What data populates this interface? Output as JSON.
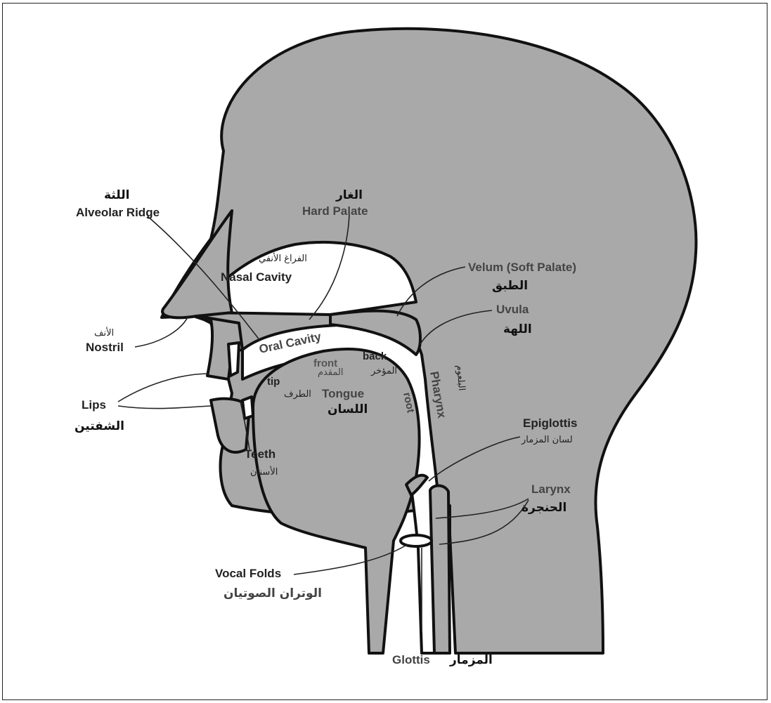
{
  "labels": {
    "alveolar_ridge_ar": "اللثة",
    "alveolar_ridge_en": "Alveolar Ridge",
    "hard_palate_ar": "الغار",
    "hard_palate_en": "Hard Palate",
    "nasal_cavity_ar": "الفراغ الأنفي",
    "nasal_cavity_en": "Nasal Cavity",
    "velum_en": "Velum (Soft Palate)",
    "velum_ar": "الطبق",
    "uvula_en": "Uvula",
    "uvula_ar": "اللهة",
    "nostril_ar": "الأنف",
    "nostril_en": "Nostril",
    "oral_cavity_en": "Oral Cavity",
    "front_en": "front",
    "front_ar": "المقدم",
    "back_en": "back",
    "back_ar": "المؤخر",
    "tip_en": "tip",
    "tip_ar": "الطرف",
    "tongue_en": "Tongue",
    "tongue_ar": "اللسان",
    "root_en": "root",
    "pharynx_en": "Pharynx",
    "pharynx_ar": "البلعوم",
    "lips_en": "Lips",
    "lips_ar": "الشفتين",
    "teeth_en": "Teeth",
    "teeth_ar": "الأسنان",
    "epiglottis_en": "Epiglottis",
    "epiglottis_ar": "لسان المزمار",
    "larynx_en": "Larynx",
    "larynx_ar": "الحنجرة",
    "vocal_folds_en": "Vocal Folds",
    "vocal_folds_ar": "الوتران الصوتيان",
    "glottis_en": "Glottis",
    "glottis_ar": "المزمار"
  },
  "colors": {
    "tissue": "#a9a9a9",
    "cavity": "#ffffff",
    "outline": "#111111"
  }
}
